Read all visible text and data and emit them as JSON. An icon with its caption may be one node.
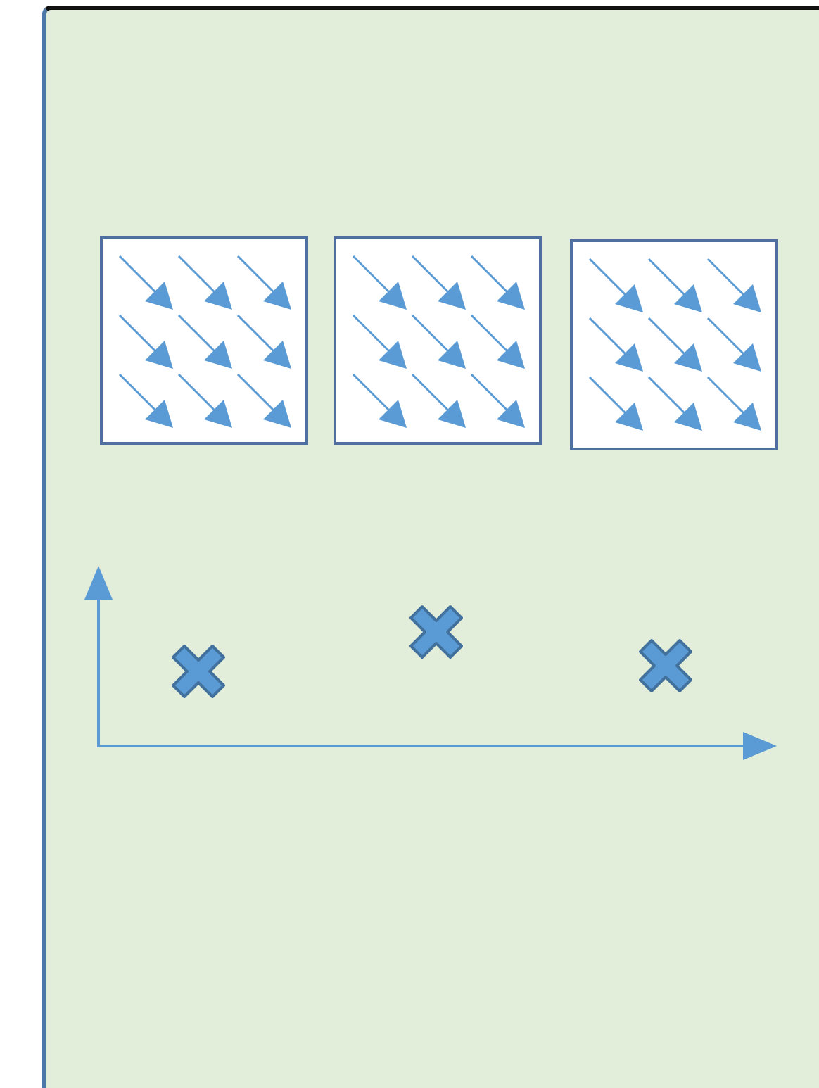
{
  "diagram": {
    "nodes": [
      {
        "text": [],
        "shape": "box"
      },
      {
        "text": [],
        "shape": "box",
        "in": 0
      },
      {
        "text": [],
        "shape": "box",
        "in": 0
      },
      {
        "text": [],
        "shape": "box",
        "in": 0
      }
    ]
  }
}
